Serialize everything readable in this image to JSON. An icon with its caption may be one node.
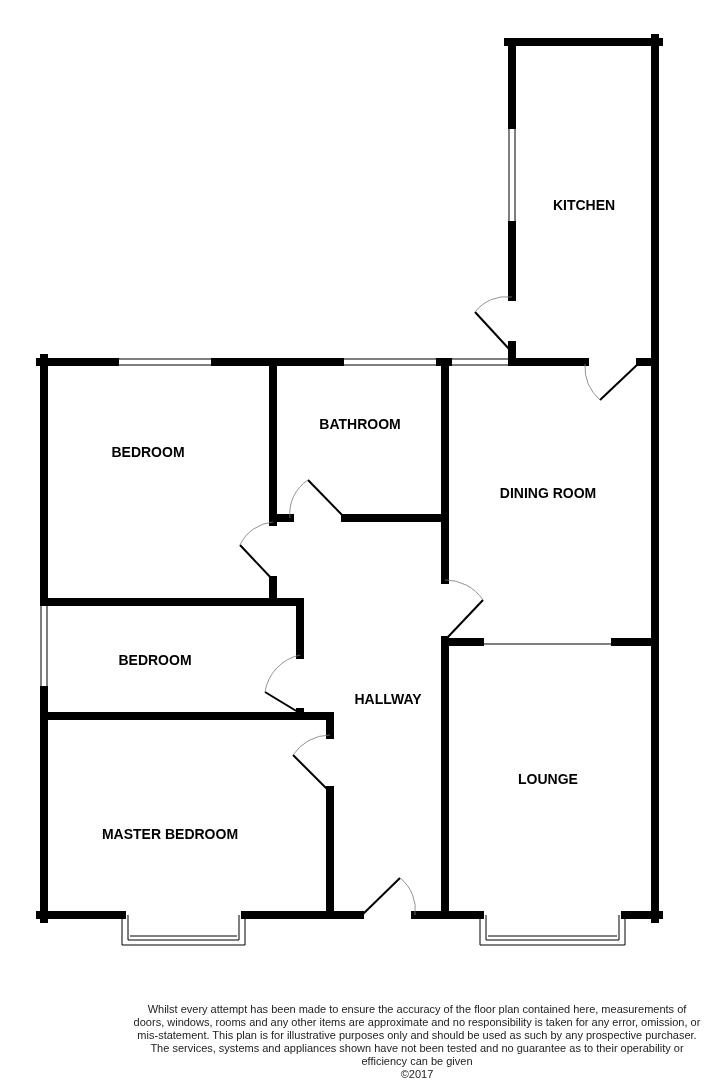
{
  "diagram": {
    "nodes": [
      {
        "text": [
          "KITCHEN"
        ]
      },
      {
        "text": [
          "BEDROOM"
        ]
      },
      {
        "text": [
          "BATHROOM"
        ]
      },
      {
        "text": [
          "DINING ROOM"
        ]
      },
      {
        "text": [
          "BEDROOM"
        ]
      },
      {
        "text": [
          "HALLWAY"
        ]
      },
      {
        "text": [
          "LOUNGE"
        ]
      },
      {
        "text": [
          "MASTER BEDROOM"
        ]
      }
    ],
    "labels": [
      "Whilst every attempt has been made to ensure the accuracy of the floor plan contained here, measurements of doors, windows, rooms and any other items are approximate and no responsibility is taken for any error, omission, or mis-statement. This plan is for illustrative purposes only and should be used as such by any prospective purchaser. The services, systems and appliances shown have not been tested and no guarantee as to their operability or efficiency can be given",
      "©2017"
    ]
  }
}
